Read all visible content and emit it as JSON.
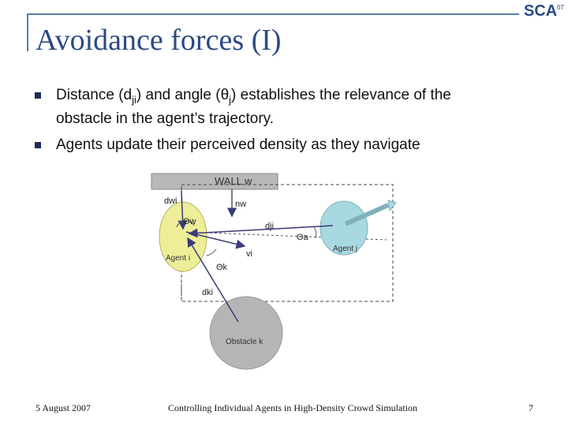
{
  "slide": {
    "title": "Avoidance forces (I)",
    "logo_text": "SCA",
    "logo_sup": "07",
    "bullets": [
      {
        "pre": "Distance (d",
        "sub1": "ji",
        "mid": ") and angle (θ",
        "sub2": "j",
        "post": ") establishes the relevance of the",
        "line2": "obstacle in the agent’s trajectory."
      },
      {
        "text": "Agents update their perceived density as they navigate"
      }
    ]
  },
  "diagram": {
    "wall_label": "WALL w",
    "labels": {
      "d_wi": "dwi",
      "n_w": "nw",
      "theta_w": "Θw",
      "d_ji": "dji",
      "theta_a": "Θa",
      "v_i": "vi",
      "theta_k": "Θk",
      "d_ki": "dki",
      "agent_i": "Agent i",
      "agent_j": "Agent j",
      "obstacle_k": "Obstacle k"
    }
  },
  "footer": {
    "date": "5 August 2007",
    "center": "Controlling Individual Agents in High-Density Crowd Simulation",
    "page": "7"
  },
  "colors": {
    "title": "#2b4a83",
    "rule": "#5a7ea6",
    "bullet": "#1f2b5a",
    "agent_i": "#eeee99",
    "agent_j": "#a8d8e0",
    "obstacle": "#b5b5b5",
    "wall": "#b8b8b8"
  }
}
